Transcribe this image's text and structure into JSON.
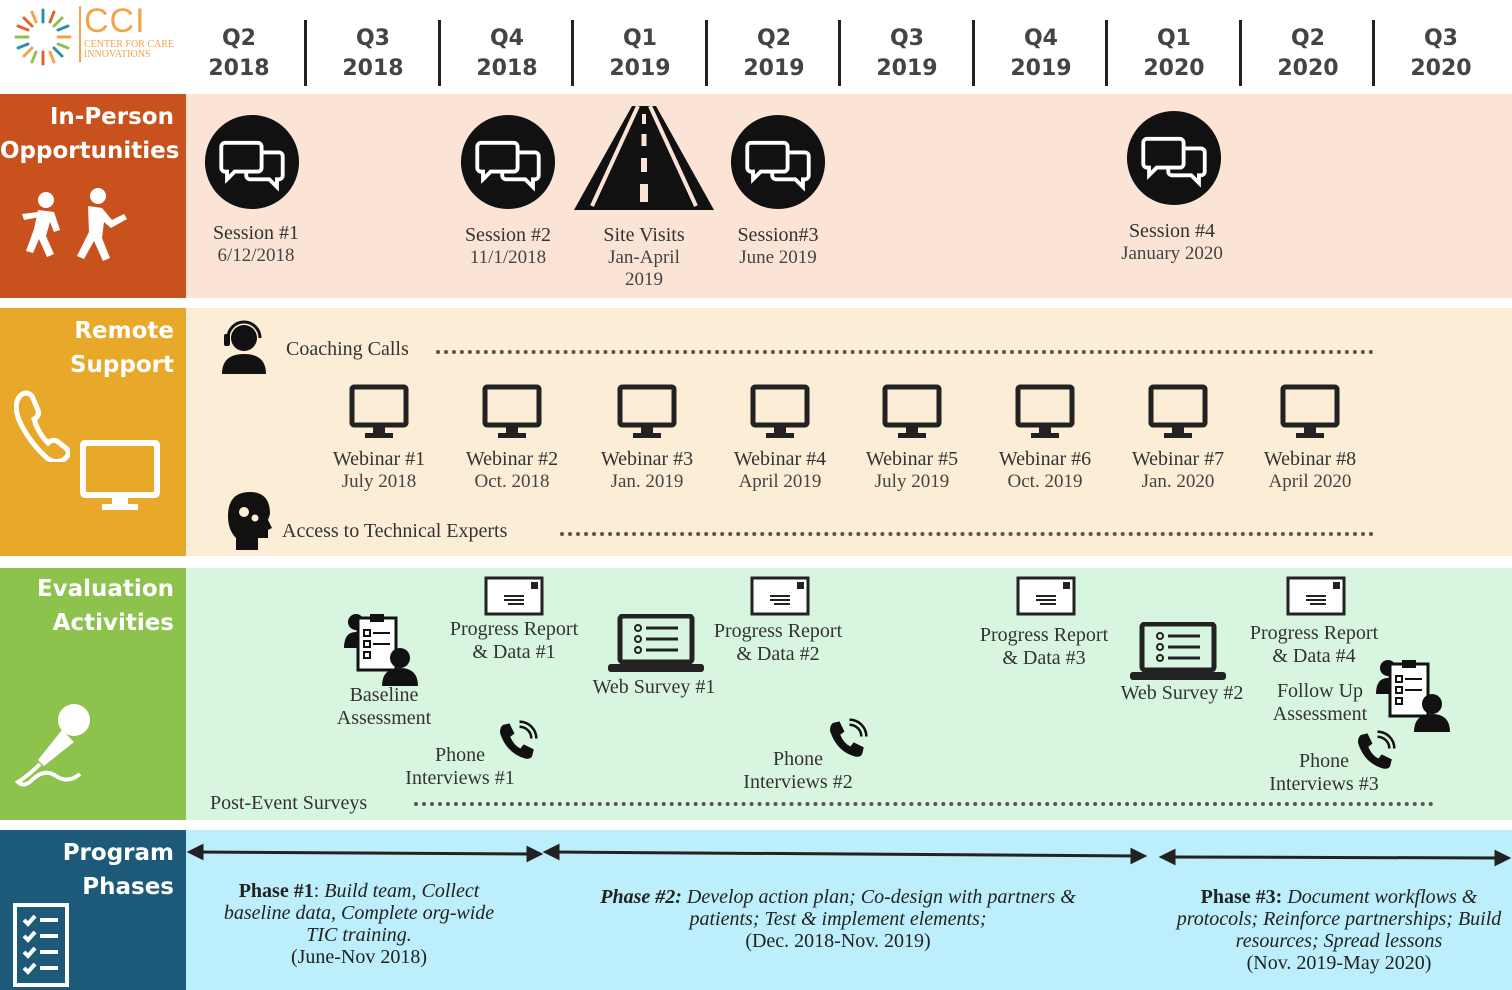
{
  "logo": {
    "text": "CCI",
    "subline1": "CENTER FOR CARE",
    "subline2": "INNOVATIONS"
  },
  "quarters": [
    {
      "q": "Q2",
      "y": "2018"
    },
    {
      "q": "Q3",
      "y": "2018"
    },
    {
      "q": "Q4",
      "y": "2018"
    },
    {
      "q": "Q1",
      "y": "2019"
    },
    {
      "q": "Q2",
      "y": "2019"
    },
    {
      "q": "Q3",
      "y": "2019"
    },
    {
      "q": "Q4",
      "y": "2019"
    },
    {
      "q": "Q1",
      "y": "2020"
    },
    {
      "q": "Q2",
      "y": "2020"
    },
    {
      "q": "Q3",
      "y": "2020"
    }
  ],
  "rows": {
    "in_person": {
      "title1": "In-Person",
      "title2": "Opportunities",
      "color": "#c8511d",
      "bg": "#fbe3d6"
    },
    "remote": {
      "title1": "Remote",
      "title2": "Support",
      "color": "#e8a92a",
      "bg": "#fbedd6"
    },
    "evaluation": {
      "title1": "Evaluation",
      "title2": "Activities",
      "color": "#8dc24d",
      "bg": "#d8f5df"
    },
    "phases": {
      "title1": "Program",
      "title2": "Phases",
      "color": "#1d5a7a",
      "bg": "#bdeefb"
    }
  },
  "sessions": [
    {
      "title": "Session #1",
      "date": "6/12/2018"
    },
    {
      "title": "Session #2",
      "date": "11/1/2018"
    },
    {
      "title": "Site Visits",
      "date": "Jan-April",
      "date2": "2019"
    },
    {
      "title": "Session#3",
      "date": "June 2019"
    },
    {
      "title": "Session #4",
      "date": "January 2020"
    }
  ],
  "remote": {
    "coaching": "Coaching Calls",
    "experts": "Access to Technical Experts",
    "webinars": [
      {
        "title": "Webinar #1",
        "date": "July 2018"
      },
      {
        "title": "Webinar #2",
        "date": "Oct. 2018"
      },
      {
        "title": "Webinar #3",
        "date": "Jan. 2019"
      },
      {
        "title": "Webinar #4",
        "date": "April 2019"
      },
      {
        "title": "Webinar #5",
        "date": "July 2019"
      },
      {
        "title": "Webinar #6",
        "date": "Oct. 2019"
      },
      {
        "title": "Webinar #7",
        "date": "Jan. 2020"
      },
      {
        "title": "Webinar #8",
        "date": "April 2020"
      }
    ]
  },
  "evaluation": {
    "baseline1": "Baseline",
    "baseline2": "Assessment",
    "followup1": "Follow Up",
    "followup2": "Assessment",
    "progress": [
      {
        "l1": "Progress Report",
        "l2": "& Data #1"
      },
      {
        "l1": "Progress Report",
        "l2": "& Data #2"
      },
      {
        "l1": "Progress Report",
        "l2": "& Data #3"
      },
      {
        "l1": "Progress Report",
        "l2": "& Data #4"
      }
    ],
    "web1": "Web Survey #1",
    "web2": "Web Survey #2",
    "phone": [
      {
        "l1": "Phone",
        "l2": "Interviews #1"
      },
      {
        "l1": "Phone",
        "l2": "Interviews #2"
      },
      {
        "l1": "Phone",
        "l2": "Interviews #3"
      }
    ],
    "post_event": "Post-Event Surveys"
  },
  "phases": [
    {
      "name": "Phase #1",
      "sep": ":",
      "desc": " Build team, Collect baseline data, Complete org-wide TIC training.",
      "dates": "(June-Nov 2018)"
    },
    {
      "name": "Phase #2:",
      "sep": "",
      "desc": " Develop action plan; Co-design with partners & patients; Test & implement elements;",
      "dates": "(Dec. 2018-Nov. 2019)"
    },
    {
      "name": "Phase #3:",
      "sep": "",
      "desc": " Document workflows & protocols; Reinforce partnerships; Build resources; Spread lessons",
      "dates": "(Nov. 2019-May 2020)"
    }
  ]
}
